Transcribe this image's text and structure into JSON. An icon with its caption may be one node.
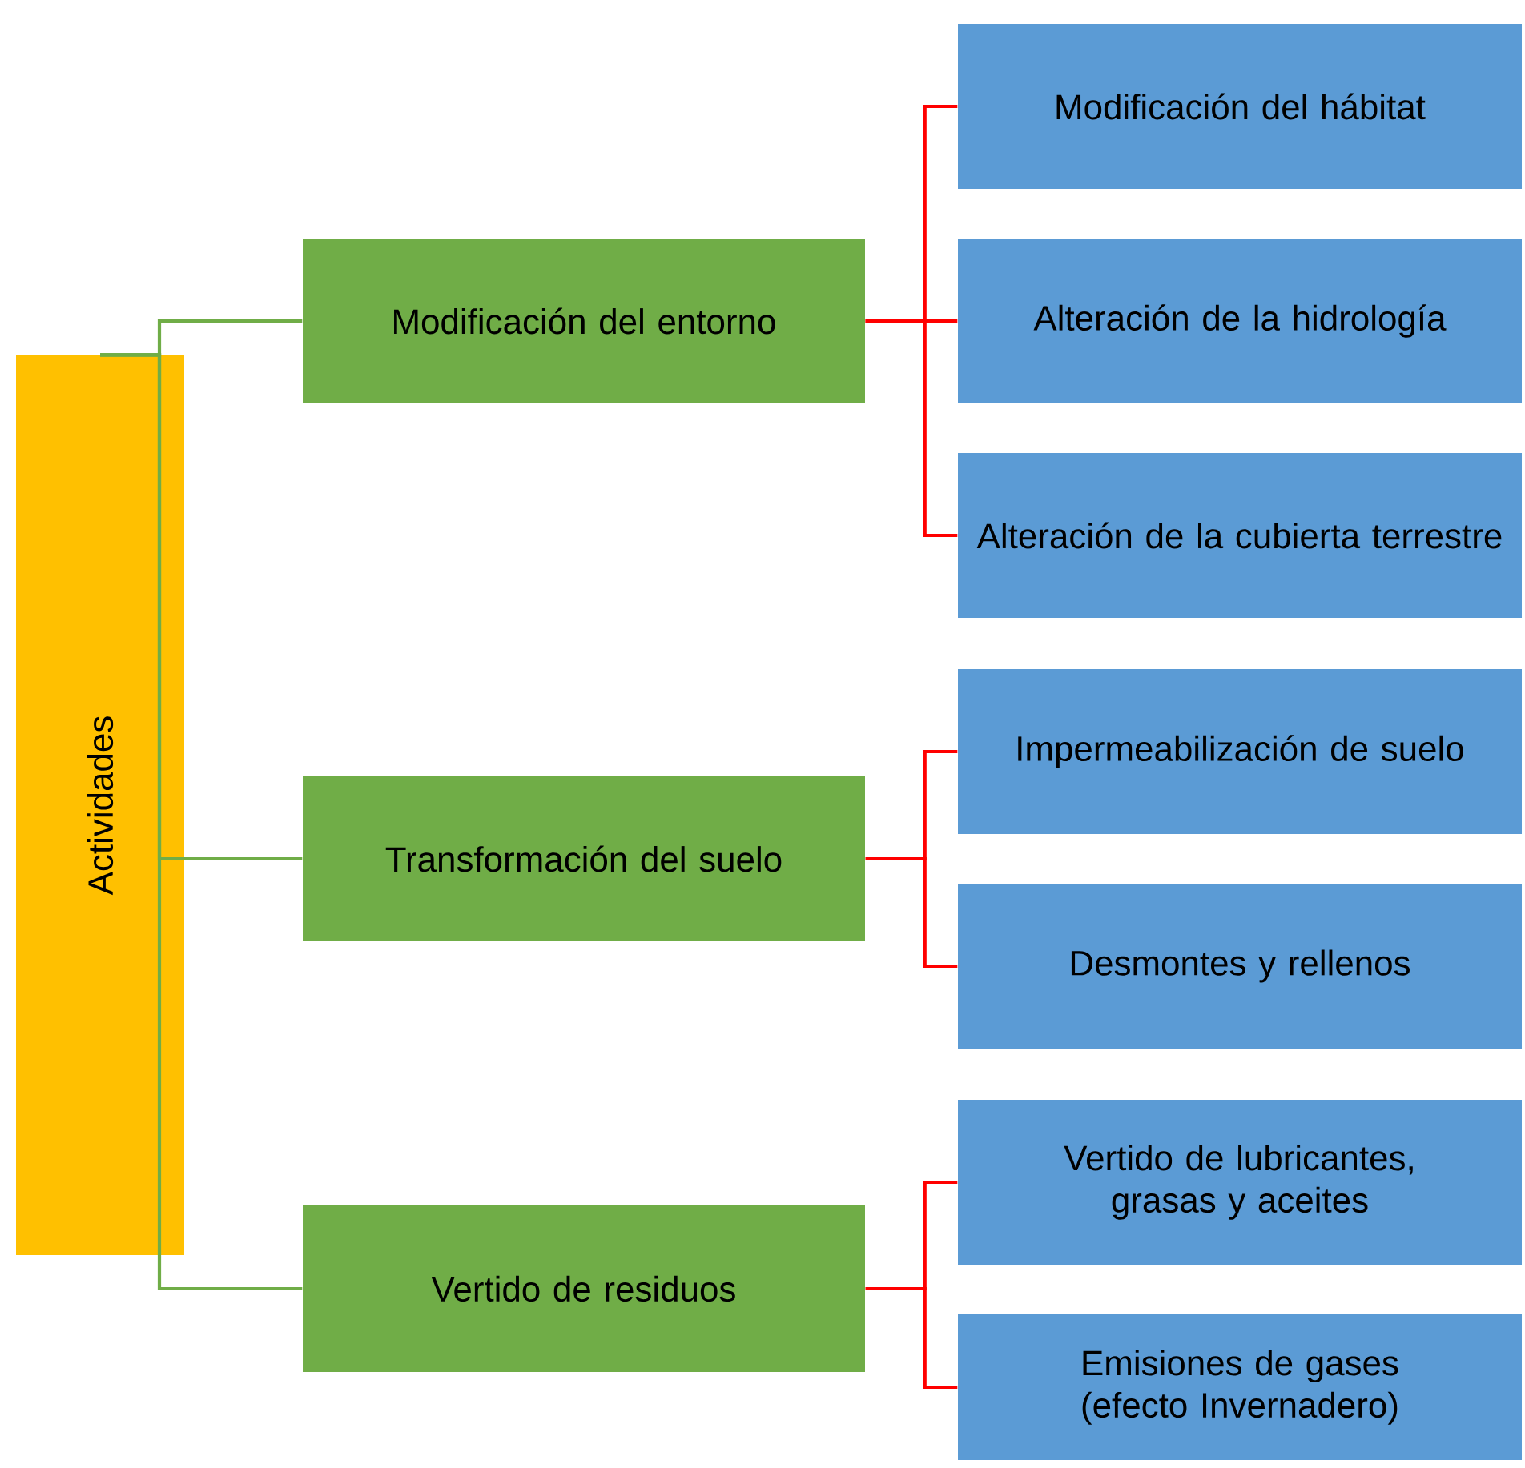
{
  "diagram": {
    "nodes": [
      {
        "text": [
          "Actividades"
        ]
      },
      {
        "text": [
          "Modificación del entorno"
        ]
      },
      {
        "text": [
          "Transformación del suelo"
        ]
      },
      {
        "text": [
          "Vertido de residuos"
        ]
      },
      {
        "text": [
          "Modificación del hábitat"
        ]
      },
      {
        "text": [
          "Alteración de la hidrología"
        ]
      },
      {
        "text": [
          "Alteración de la cubierta terrestre"
        ]
      },
      {
        "text": [
          "Impermeabilización de suelo"
        ]
      },
      {
        "text": [
          "Desmontes y rellenos"
        ]
      },
      {
        "text": [
          "Vertido de lubricantes, grasas y aceites"
        ]
      },
      {
        "text": [
          "Emisiones de gases (efecto Invernadero)"
        ]
      }
    ],
    "edges": [
      {
        "from": 0,
        "to": 1,
        "arrow": "none",
        "color": "#70ad47"
      },
      {
        "from": 0,
        "to": 2,
        "arrow": "none",
        "color": "#70ad47"
      },
      {
        "from": 0,
        "to": 3,
        "arrow": "none",
        "color": "#70ad47"
      },
      {
        "from": 1,
        "to": 4,
        "arrow": "none"
      },
      {
        "from": 1,
        "to": 5,
        "arrow": "none"
      },
      {
        "from": 1,
        "to": 6,
        "arrow": "none"
      },
      {
        "from": 2,
        "to": 7,
        "arrow": "none"
      },
      {
        "from": 2,
        "to": 8,
        "arrow": "none"
      },
      {
        "from": 3,
        "to": 9,
        "arrow": "none"
      },
      {
        "from": 3,
        "to": 10,
        "arrow": "none"
      }
    ]
  }
}
